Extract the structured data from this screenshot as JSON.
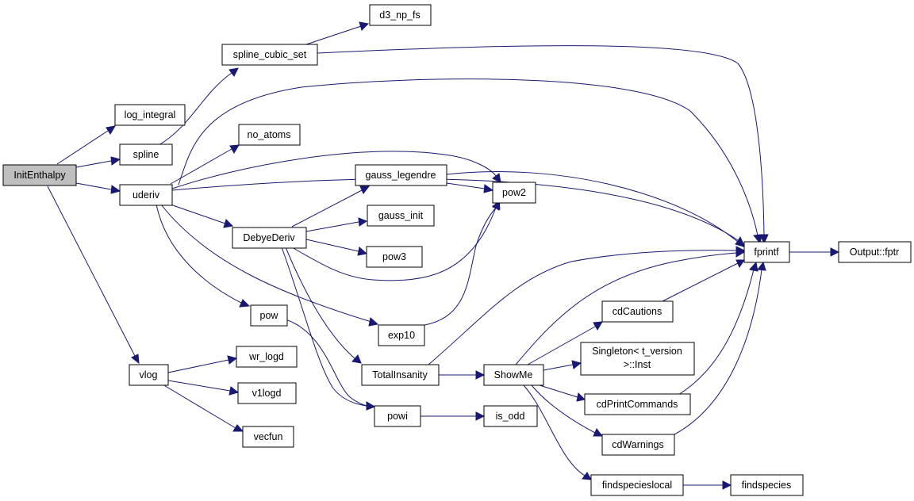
{
  "nodes": {
    "InitEnthalpy": "InitEnthalpy",
    "log_integral": "log_integral",
    "spline": "spline",
    "uderiv": "uderiv",
    "vlog": "vlog",
    "spline_cubic_set": "spline_cubic_set",
    "d3_np_fs": "d3_np_fs",
    "no_atoms": "no_atoms",
    "DebyeDeriv": "DebyeDeriv",
    "pow": "pow",
    "exp10": "exp10",
    "gauss_legendre": "gauss_legendre",
    "gauss_init": "gauss_init",
    "pow3": "pow3",
    "pow2": "pow2",
    "TotalInsanity": "TotalInsanity",
    "powi": "powi",
    "is_odd": "is_odd",
    "ShowMe": "ShowMe",
    "cdCautions": "cdCautions",
    "Singleton_line1": "Singleton< t_version",
    "Singleton_line2": ">::Inst",
    "cdPrintCommands": "cdPrintCommands",
    "cdWarnings": "cdWarnings",
    "findspecieslocal": "findspecieslocal",
    "findspecies": "findspecies",
    "fprintf": "fprintf",
    "Output_fptr": "Output::fptr",
    "wr_logd": "wr_logd",
    "v1logd": "v1logd",
    "vecfun": "vecfun"
  },
  "colors": {
    "edge": "#191970",
    "root_fill": "#bfbfbf",
    "node_fill": "#ffffff",
    "node_stroke": "#000000"
  }
}
